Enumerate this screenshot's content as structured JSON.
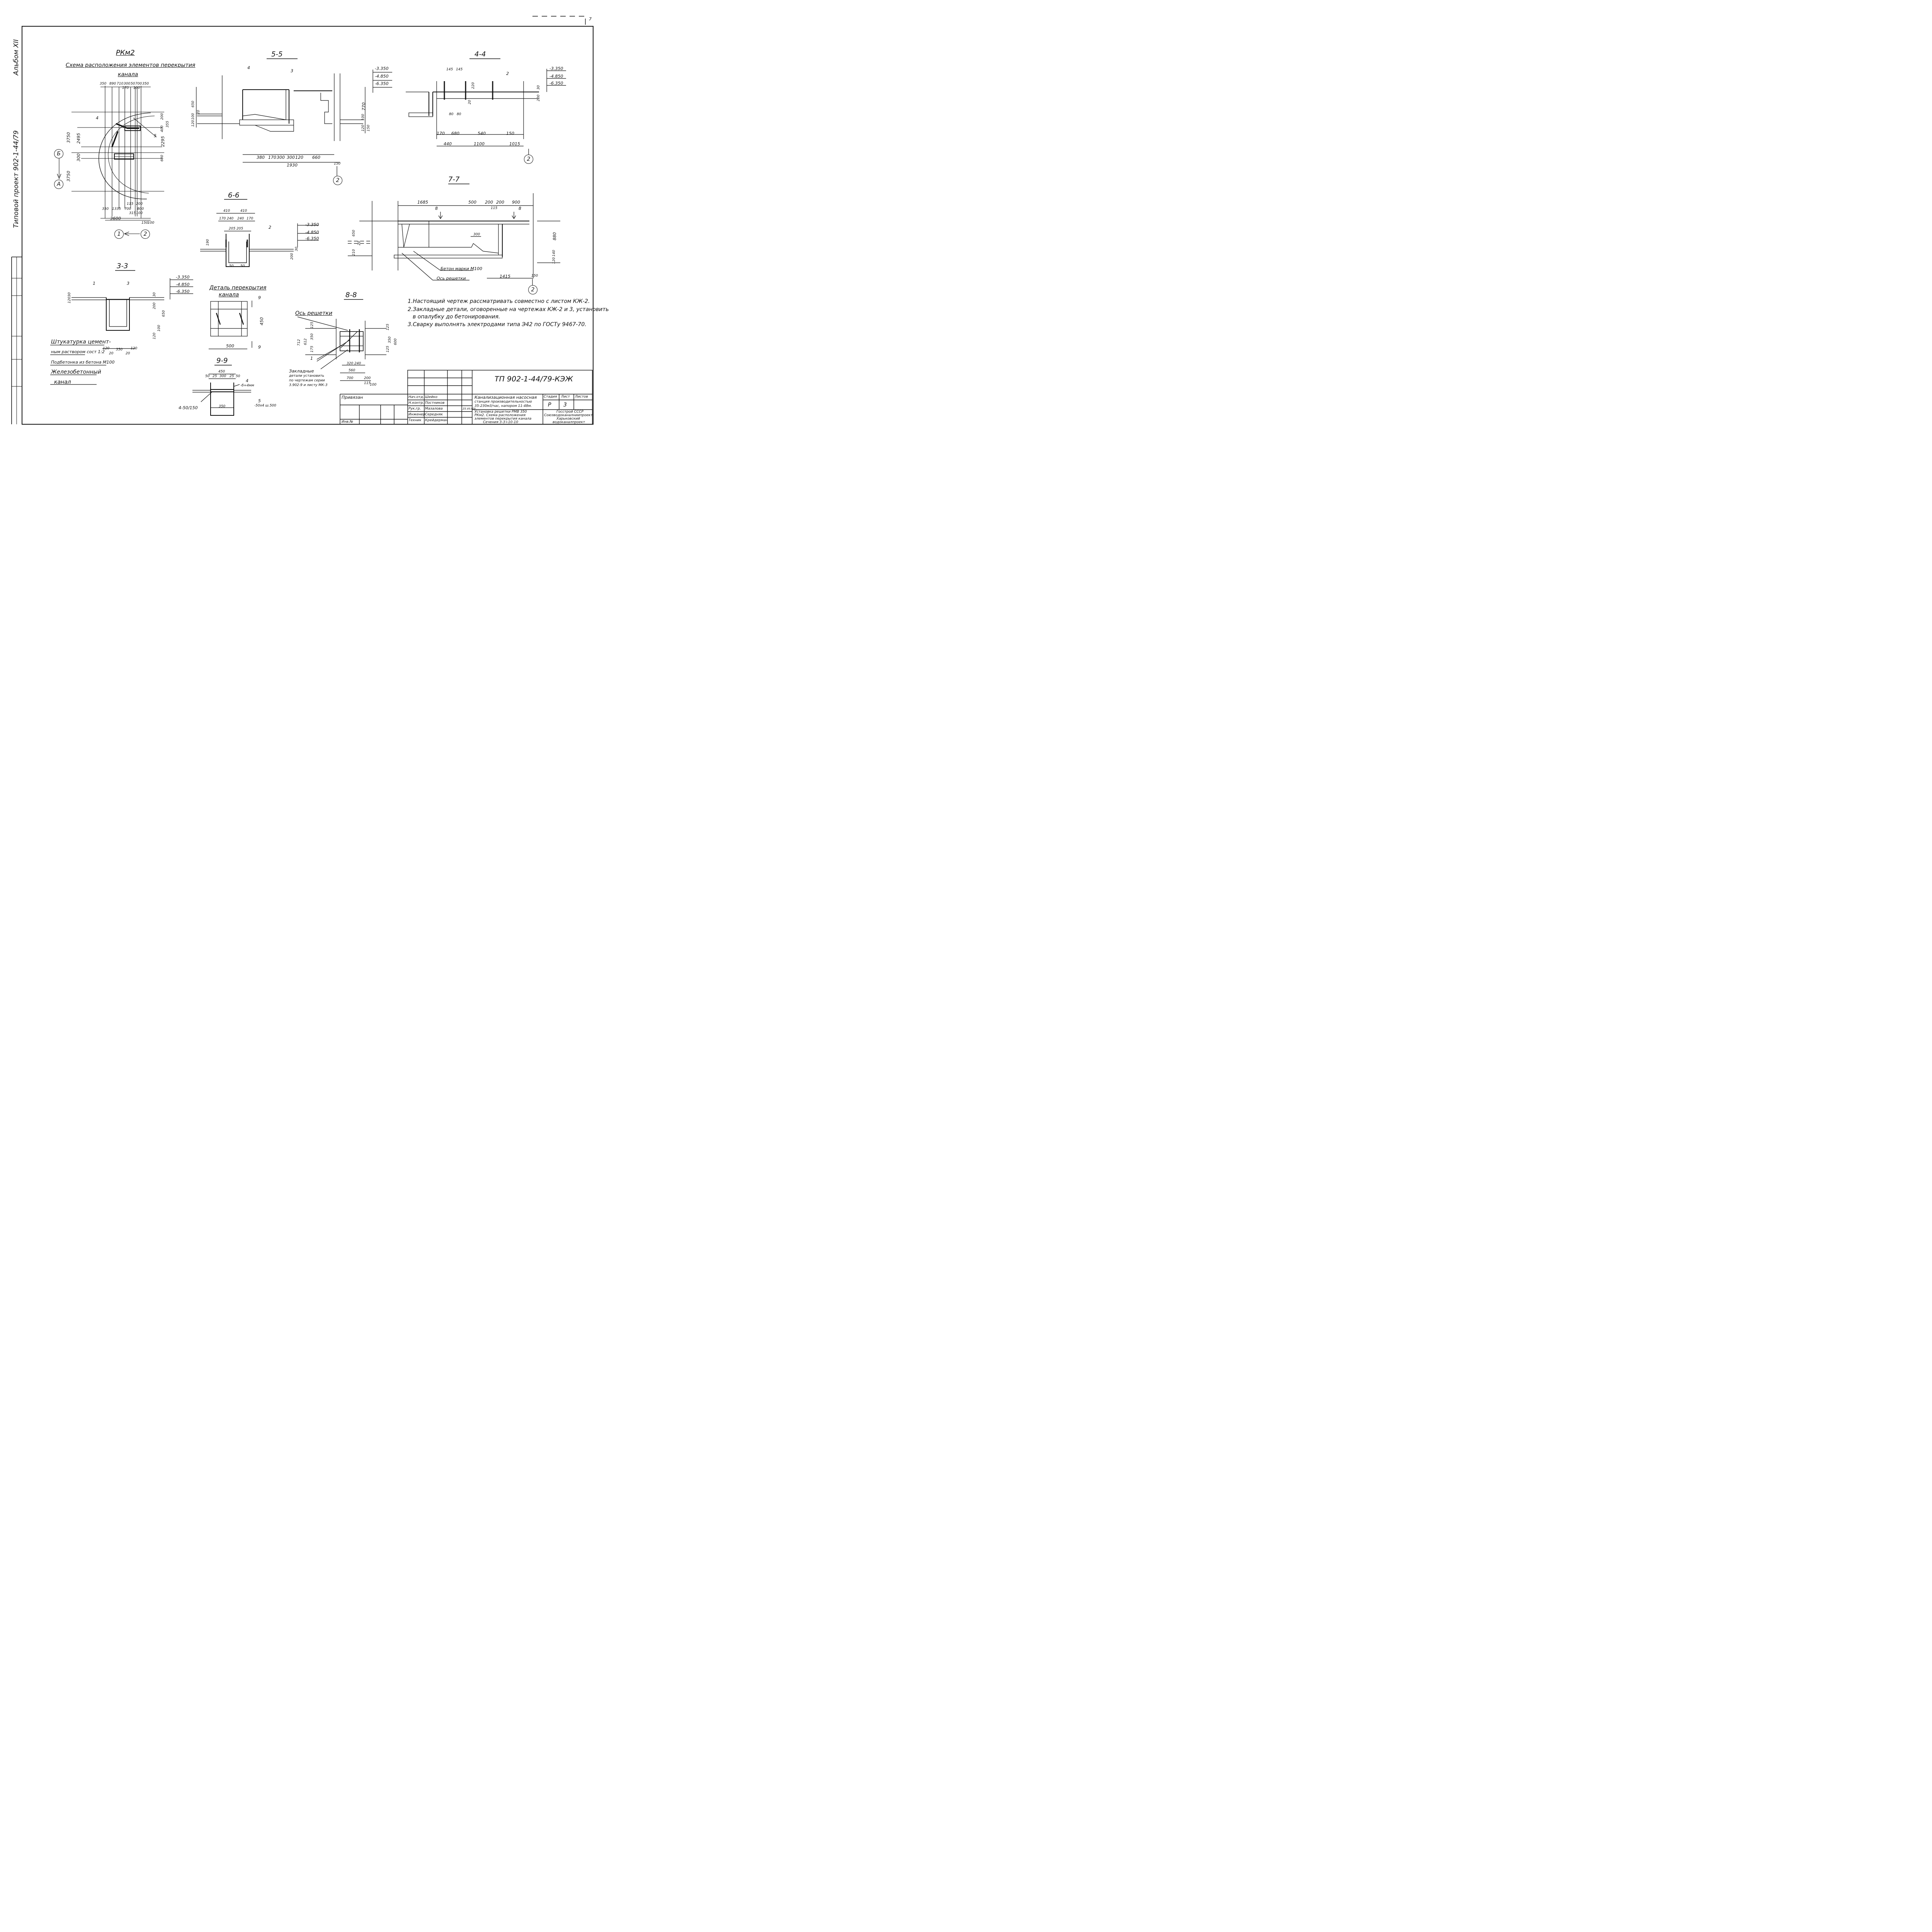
{
  "margin": {
    "album": "Альбом XII",
    "project": "Типовой проект 902-1-44/79",
    "corner": "7"
  },
  "plan": {
    "title": "РКм2",
    "subtitle_line1": "Схема расположения элементов перекрытия",
    "subtitle_line2": "канала",
    "top_dims": [
      "350",
      "890",
      "710",
      "300",
      "50",
      "700",
      "350",
      "170",
      "100"
    ],
    "left_dims": [
      "3750",
      "2495",
      "300",
      "3750"
    ],
    "right_dims": [
      "200",
      "355",
      "400",
      "2295",
      "600"
    ],
    "bottom_dims": [
      "350",
      "1335",
      "700",
      "800",
      "115",
      "200",
      "315",
      "100",
      "3600",
      "150",
      "100"
    ],
    "labels": [
      "4",
      "5"
    ],
    "axes": {
      "B": "Б",
      "A": "А",
      "one": "1",
      "two": "2"
    }
  },
  "s55": {
    "title": "5-5",
    "labels": [
      "4",
      "3"
    ],
    "elevs": [
      "-3.350",
      "-4.850",
      "-6.350"
    ],
    "vdims": [
      "650",
      "100",
      "120",
      "20",
      "770",
      "100",
      "120",
      "150"
    ],
    "hdims": [
      "380",
      "170",
      "300",
      "300",
      "120",
      "660",
      "1930",
      "150"
    ],
    "axis": "2"
  },
  "s44": {
    "title": "4-4",
    "top": [
      "145",
      "145"
    ],
    "label": "2",
    "elevs": [
      "-3.350",
      "-4.850",
      "-6.350"
    ],
    "vdims": [
      "30",
      "200",
      "220",
      "20"
    ],
    "inner": [
      "80",
      "80"
    ],
    "hdims": [
      "170",
      "680",
      "540",
      "150"
    ],
    "hdims2": [
      "440",
      "1100",
      "1015"
    ],
    "axis": "2"
  },
  "s66": {
    "title": "6-6",
    "top": [
      "410",
      "410"
    ],
    "top2": [
      "170",
      "240",
      "240",
      "170"
    ],
    "top3": [
      "205",
      "205"
    ],
    "label": "2",
    "elevs": [
      "-3.350",
      "-4.850",
      "-6.350"
    ],
    "vdims": [
      "190",
      "200",
      "30"
    ],
    "bottom": [
      "50",
      "50"
    ]
  },
  "s77": {
    "title": "7-7",
    "top": [
      "1685",
      "500",
      "200",
      "200",
      "900"
    ],
    "mark": "8",
    "inner": [
      "115",
      "300"
    ],
    "vdims": [
      "650",
      "20",
      "210",
      "880",
      "120",
      "140",
      "150"
    ],
    "label_concrete": "Бетон марки М100",
    "label_axis": "Ось решетки",
    "bottom": "1415",
    "axis": "2"
  },
  "s33": {
    "title": "3-3",
    "labels": [
      "1",
      "3"
    ],
    "elevs": [
      "-3.350",
      "-4.850",
      "-6.350"
    ],
    "vdims": [
      "120",
      "30",
      "30",
      "200",
      "650",
      "120",
      "100"
    ],
    "hdims": [
      "120",
      "350",
      "120",
      "20",
      "20"
    ],
    "legend": [
      "Штукатурка цемент-",
      "ным раствором сост 1:2",
      "Подбетонка из бетона М100",
      "Железобетонный",
      "канал"
    ]
  },
  "detail": {
    "title_line1": "Деталь перекрытия",
    "title_line2": "канала",
    "mark": "9",
    "dims": [
      "450",
      "500"
    ]
  },
  "s99": {
    "title": "9-9",
    "top": [
      "450"
    ],
    "top2": [
      "50",
      "25",
      "300",
      "25",
      "50"
    ],
    "labels": [
      "4",
      "-б=4мм",
      "5",
      "-50х4 ш.500",
      "4-50/150"
    ],
    "bottom": "350"
  },
  "s88": {
    "title": "8-8",
    "axis_label": "Ось решетки",
    "ldims": [
      "712",
      "612",
      "350",
      "125",
      "175"
    ],
    "rdims": [
      "125",
      "350",
      "600",
      "125"
    ],
    "bdims": [
      "320",
      "240",
      "560",
      "700",
      "200",
      "115",
      "100"
    ],
    "label": "1",
    "note": [
      "Закладные",
      "детали установить",
      "по чертежам серии",
      "3.902-9 и листу МК-3"
    ]
  },
  "notes": [
    "1.Настоящий чертеж рассматривать совместно с листом КЖ-2.",
    "2.Закладные детали, оговоренные на чертежах КЖ-2 и 3, установить",
    "в опалубку до бетонирования.",
    "3.Сварку выполнять электродами типа Э42 по ГОСТу 9467-70."
  ],
  "stamp": {
    "code": "ТП 902-1-44/79-КЭЖ",
    "bound": "Привязан",
    "inv": "Инв.№",
    "roles": [
      "Нач.отд.",
      "Н.контр.",
      "Рук.гр.",
      "Инженер",
      "Техник"
    ],
    "names": [
      "Шейко",
      "Постников",
      "Мазалова",
      "Середняк",
      "Крейдерман"
    ],
    "date": "25.VII.80г",
    "desc1": [
      "Канализационная насосная",
      "станция производительностью",
      "35-230м3/час, напором 11-48м."
    ],
    "desc2": [
      "Установка решетки РМВ 350",
      "РКм2. Схема расположения",
      "элементов перекрытия канала",
      "Сечения 3-3÷10-10"
    ],
    "stage_h": "Стадия",
    "sheet_h": "Лист",
    "sheets_h": "Листов",
    "stage": "Р",
    "sheet": "3",
    "org": [
      "Госстрой СССР",
      "Союзводоканалниипроект",
      "Харьковский",
      "водоканалпроект"
    ]
  }
}
